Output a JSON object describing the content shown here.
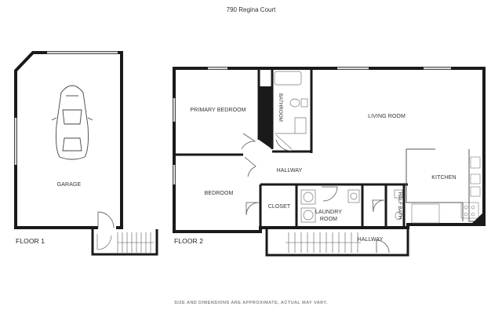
{
  "title": "790 Regina Court",
  "disclaimer": "SIZE AND DIMENSIONS ARE APPROXIMATE, ACTUAL MAY VARY.",
  "floors": [
    {
      "label": "FLOOR 1",
      "rooms": [
        "GARAGE"
      ]
    },
    {
      "label": "FLOOR 2",
      "rooms": [
        "PRIMARY BEDROOM",
        "BATHROOM",
        "LIVING ROOM",
        "HALLWAY",
        "KITCHEN",
        "BEDROOM",
        "CLOSET",
        "LAUNDRY ROOM",
        "HALF BATH",
        "HALLWAY"
      ]
    }
  ],
  "rooms": {
    "garage": "GARAGE",
    "primary_bedroom": "PRIMARY BEDROOM",
    "bathroom": "BATHROOM",
    "living_room": "LIVING ROOM",
    "hallway_upper": "HALLWAY",
    "kitchen": "KITCHEN",
    "bedroom": "BEDROOM",
    "closet": "CLOSET",
    "laundry_line1": "LAUNDRY",
    "laundry_line2": "ROOM",
    "half_bath": "HALF BATH",
    "hallway_lower": "HALLWAY"
  },
  "floor_labels": {
    "floor1": "FLOOR 1",
    "floor2": "FLOOR 2"
  },
  "colors": {
    "wall": "#1a1a1a",
    "window": "#9a9a9a",
    "fixture": "#7a7a7a",
    "background": "#ffffff"
  }
}
